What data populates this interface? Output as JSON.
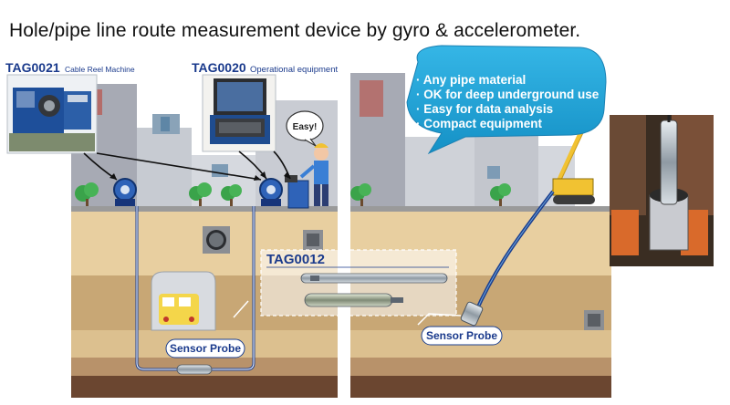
{
  "title": "Hole/pipe line route measurement device by gyro & accelerometer.",
  "tags": {
    "reel_code": "TAG0021",
    "reel_desc": "Cable Reel  Machine",
    "ops_code": "TAG0020",
    "ops_desc": "Operational equipment",
    "probe_code": "TAG0012"
  },
  "speech_easy": "Easy!",
  "features": [
    "Any pipe material",
    "OK for deep underground use",
    "Easy for data analysis",
    "Compact equipment"
  ],
  "probe_label_left": "Sensor Probe",
  "probe_label_right": "Sensor Probe",
  "colors": {
    "bubble": "#1ea4d6",
    "tag_text": "#1a3a8c",
    "cable": "#1c3f8f",
    "soil_light": "#e8cfa0",
    "soil_mid": "#c8a775",
    "soil_dark": "#6b4630"
  }
}
